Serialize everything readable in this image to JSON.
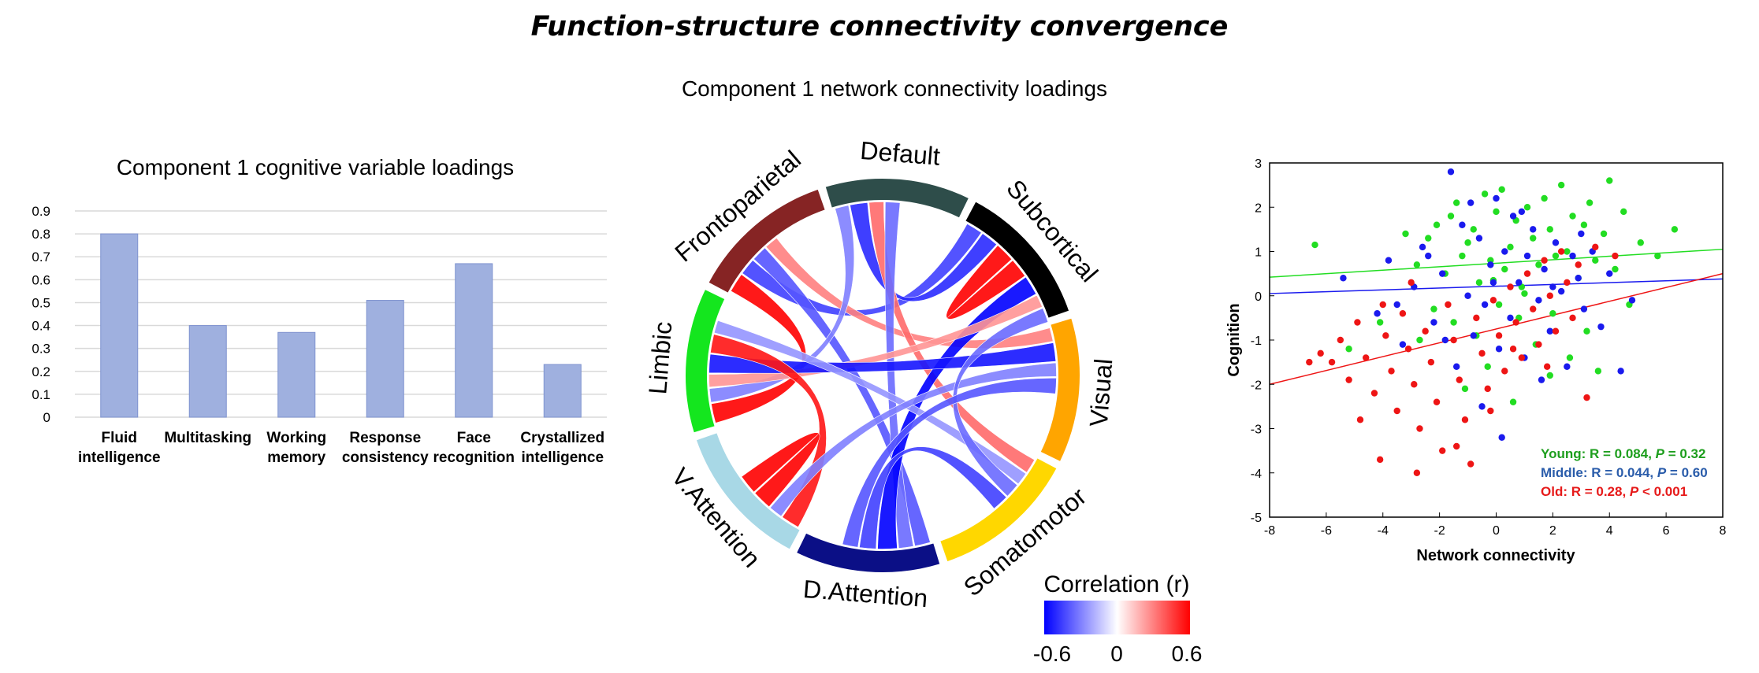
{
  "figure": {
    "title": "Function-structure connectivity convergence"
  },
  "chart_data": [
    {
      "type": "bar",
      "title": "Component 1 cognitive variable loadings",
      "categories": [
        [
          "Fluid",
          "intelligence"
        ],
        [
          "Multitasking"
        ],
        [
          "Working",
          "memory"
        ],
        [
          "Response",
          "consistency"
        ],
        [
          "Face",
          "recognition"
        ],
        [
          "Crystallized",
          "intelligence"
        ]
      ],
      "values": [
        0.8,
        0.4,
        0.37,
        0.51,
        0.67,
        0.23
      ],
      "ylim": [
        0,
        0.9
      ],
      "yticks": [
        "0",
        "0.1",
        "0.2",
        "0.3",
        "0.4",
        "0.5",
        "0.6",
        "0.7",
        "0.8",
        "0.9"
      ],
      "grid": true,
      "bar_color": "#9fb0df"
    },
    {
      "type": "chord",
      "title": "Component 1 network connectivity loadings",
      "networks": [
        {
          "name": "Default",
          "color": "#2e4d4a"
        },
        {
          "name": "Subcortical",
          "color": "#000000"
        },
        {
          "name": "Visual",
          "color": "#ffa500"
        },
        {
          "name": "Somatomotor",
          "color": "#ffd700"
        },
        {
          "name": "D.Attention",
          "color": "#0b0f86"
        },
        {
          "name": "V.Attention",
          "color": "#a8d8e6"
        },
        {
          "name": "Limbic",
          "color": "#14e61e"
        },
        {
          "name": "Frontoparietal",
          "color": "#862424"
        }
      ],
      "links": [
        {
          "from": "Frontoparietal",
          "to": "Limbic",
          "r": 0.6
        },
        {
          "from": "Frontoparietal",
          "to": "Subcortical",
          "r": -0.45
        },
        {
          "from": "Frontoparietal",
          "to": "D.Attention",
          "r": -0.4
        },
        {
          "from": "Frontoparietal",
          "to": "Visual",
          "r": 0.3
        },
        {
          "from": "Default",
          "to": "Limbic",
          "r": -0.3
        },
        {
          "from": "Default",
          "to": "Subcortical",
          "r": -0.5
        },
        {
          "from": "Default",
          "to": "Somatomotor",
          "r": 0.35
        },
        {
          "from": "Default",
          "to": "D.Attention",
          "r": -0.35
        },
        {
          "from": "Subcortical",
          "to": "Subcortical",
          "r": 0.6
        },
        {
          "from": "Subcortical",
          "to": "D.Attention",
          "r": -0.6
        },
        {
          "from": "Subcortical",
          "to": "Limbic",
          "r": 0.25
        },
        {
          "from": "Limbic",
          "to": "Visual",
          "r": -0.55
        },
        {
          "from": "Limbic",
          "to": "V.Attention",
          "r": 0.55
        },
        {
          "from": "Limbic",
          "to": "Somatomotor",
          "r": -0.25
        },
        {
          "from": "V.Attention",
          "to": "Visual",
          "r": -0.3
        },
        {
          "from": "V.Attention",
          "to": "V.Attention",
          "r": 0.6
        },
        {
          "from": "Somatomotor",
          "to": "Subcortical",
          "r": -0.35
        },
        {
          "from": "D.Attention",
          "to": "Somatomotor",
          "r": -0.45
        },
        {
          "from": "D.Attention",
          "to": "Visual",
          "r": -0.4
        }
      ],
      "colorbar": {
        "label": "Correlation (r)",
        "ticks": [
          "-0.6",
          "0",
          "0.6"
        ],
        "min_color": "#0000ff",
        "mid_color": "#ffffff",
        "max_color": "#ff0000"
      }
    },
    {
      "type": "scatter",
      "xlabel": "Network connectivity",
      "ylabel": "Cognition",
      "xlim": [
        -8,
        8
      ],
      "ylim": [
        -5,
        3
      ],
      "xticks": [
        "-8",
        "-6",
        "-4",
        "-2",
        "0",
        "2",
        "4",
        "6",
        "8"
      ],
      "yticks": [
        "3",
        "2",
        "1",
        "0",
        "-1",
        "-2",
        "-3",
        "-4",
        "-5"
      ],
      "series": [
        {
          "color": "#22dd22",
          "fit": {
            "x0": -8,
            "y0": 0.42,
            "x1": 8,
            "y1": 1.05
          },
          "legend_text": "Young: R = 0.084, ",
          "legend_p": "P",
          "legend_tail": " = 0.32",
          "points": [
            [
              -6.4,
              1.15
            ],
            [
              -3.2,
              1.4
            ],
            [
              -2.8,
              0.7
            ],
            [
              -2.4,
              1.3
            ],
            [
              -2.1,
              1.6
            ],
            [
              -1.8,
              0.5
            ],
            [
              -1.6,
              1.8
            ],
            [
              -1.4,
              2.1
            ],
            [
              -1.2,
              0.9
            ],
            [
              -1.0,
              1.2
            ],
            [
              -0.8,
              1.5
            ],
            [
              -0.6,
              0.3
            ],
            [
              -0.4,
              2.3
            ],
            [
              -0.2,
              0.8
            ],
            [
              0.0,
              1.9
            ],
            [
              0.2,
              2.4
            ],
            [
              0.3,
              0.6
            ],
            [
              0.5,
              1.1
            ],
            [
              0.7,
              1.7
            ],
            [
              0.9,
              0.2
            ],
            [
              1.1,
              2.0
            ],
            [
              1.3,
              1.3
            ],
            [
              1.5,
              0.7
            ],
            [
              1.7,
              2.2
            ],
            [
              1.9,
              1.5
            ],
            [
              2.1,
              0.9
            ],
            [
              2.3,
              2.5
            ],
            [
              2.5,
              1.0
            ],
            [
              2.7,
              1.8
            ],
            [
              2.9,
              0.4
            ],
            [
              3.1,
              1.6
            ],
            [
              3.3,
              2.1
            ],
            [
              3.5,
              0.8
            ],
            [
              3.8,
              1.4
            ],
            [
              4.0,
              2.6
            ],
            [
              4.2,
              0.6
            ],
            [
              4.5,
              1.9
            ],
            [
              5.1,
              1.2
            ],
            [
              5.7,
              0.9
            ],
            [
              6.3,
              1.5
            ],
            [
              -2.2,
              -0.3
            ],
            [
              -1.5,
              -0.6
            ],
            [
              -0.7,
              -0.9
            ],
            [
              0.1,
              -0.2
            ],
            [
              0.8,
              -0.5
            ],
            [
              1.4,
              -1.1
            ],
            [
              2.0,
              -0.4
            ],
            [
              2.6,
              -1.4
            ],
            [
              3.2,
              -0.8
            ],
            [
              3.6,
              -1.7
            ],
            [
              -0.3,
              -1.6
            ],
            [
              -1.1,
              -2.1
            ],
            [
              0.6,
              -2.4
            ],
            [
              1.9,
              -1.8
            ],
            [
              -4.1,
              -0.6
            ],
            [
              -5.2,
              -1.2
            ],
            [
              4.7,
              -0.2
            ],
            [
              -2.7,
              -1.0
            ],
            [
              1.0,
              0.05
            ],
            [
              -0.1,
              0.35
            ]
          ]
        },
        {
          "color": "#1a1aee",
          "fit": {
            "x0": -8,
            "y0": 0.05,
            "x1": 8,
            "y1": 0.38
          },
          "legend_text": "Middle: R = 0.044, ",
          "legend_p": "P",
          "legend_tail": " = 0.60",
          "points": [
            [
              -5.4,
              0.4
            ],
            [
              -4.2,
              -0.4
            ],
            [
              -3.8,
              0.8
            ],
            [
              -3.3,
              -1.1
            ],
            [
              -2.9,
              0.2
            ],
            [
              -2.6,
              1.1
            ],
            [
              -2.2,
              -0.6
            ],
            [
              -1.9,
              0.5
            ],
            [
              -1.6,
              2.8
            ],
            [
              -1.4,
              -1.6
            ],
            [
              -1.2,
              1.6
            ],
            [
              -1.0,
              0.0
            ],
            [
              -0.8,
              -0.9
            ],
            [
              -0.6,
              1.3
            ],
            [
              -0.4,
              -0.2
            ],
            [
              -0.2,
              0.7
            ],
            [
              0.0,
              2.2
            ],
            [
              0.1,
              -1.2
            ],
            [
              0.3,
              1.0
            ],
            [
              0.5,
              -0.5
            ],
            [
              0.6,
              1.8
            ],
            [
              0.8,
              0.3
            ],
            [
              1.0,
              -1.4
            ],
            [
              1.1,
              0.9
            ],
            [
              1.3,
              1.5
            ],
            [
              1.5,
              -0.1
            ],
            [
              1.7,
              0.6
            ],
            [
              1.9,
              -0.8
            ],
            [
              2.1,
              1.2
            ],
            [
              2.3,
              0.1
            ],
            [
              2.5,
              -1.6
            ],
            [
              2.7,
              0.9
            ],
            [
              2.9,
              0.4
            ],
            [
              3.1,
              -0.3
            ],
            [
              3.4,
              1.0
            ],
            [
              3.7,
              -0.7
            ],
            [
              4.0,
              0.5
            ],
            [
              4.4,
              -1.7
            ],
            [
              4.8,
              -0.1
            ],
            [
              -0.5,
              -2.5
            ],
            [
              0.2,
              -3.2
            ],
            [
              -3.5,
              -0.2
            ],
            [
              -0.9,
              2.1
            ],
            [
              0.9,
              1.9
            ],
            [
              2.0,
              0.2
            ],
            [
              -2.4,
              0.9
            ],
            [
              1.6,
              -1.9
            ],
            [
              -1.8,
              -1.0
            ],
            [
              3.0,
              1.4
            ],
            [
              -0.1,
              0.3
            ]
          ]
        },
        {
          "color": "#ee1515",
          "fit": {
            "x0": -8,
            "y0": -2.0,
            "x1": 8,
            "y1": 0.5
          },
          "legend_text": "Old: R = 0.28, ",
          "legend_p": "P",
          "legend_tail": " < 0.001",
          "points": [
            [
              -6.2,
              -1.3
            ],
            [
              -5.8,
              -1.5
            ],
            [
              -5.5,
              -1.0
            ],
            [
              -5.2,
              -1.9
            ],
            [
              -4.9,
              -0.6
            ],
            [
              -4.6,
              -1.4
            ],
            [
              -4.3,
              -2.2
            ],
            [
              -4.1,
              -3.7
            ],
            [
              -3.9,
              -0.9
            ],
            [
              -3.7,
              -1.7
            ],
            [
              -3.5,
              -2.6
            ],
            [
              -3.3,
              -0.4
            ],
            [
              -3.1,
              -1.2
            ],
            [
              -2.9,
              -2.0
            ],
            [
              -2.7,
              -3.0
            ],
            [
              -2.5,
              -0.8
            ],
            [
              -2.3,
              -1.5
            ],
            [
              -2.1,
              -2.4
            ],
            [
              -1.9,
              -3.5
            ],
            [
              -1.7,
              -0.2
            ],
            [
              -1.5,
              -1.0
            ],
            [
              -1.3,
              -1.9
            ],
            [
              -1.1,
              -2.8
            ],
            [
              -0.9,
              -3.8
            ],
            [
              -0.7,
              -0.5
            ],
            [
              -0.5,
              -1.3
            ],
            [
              -0.3,
              -2.1
            ],
            [
              -0.1,
              -0.1
            ],
            [
              0.1,
              -0.9
            ],
            [
              0.3,
              -1.7
            ],
            [
              0.5,
              0.2
            ],
            [
              0.7,
              -0.6
            ],
            [
              0.9,
              -1.4
            ],
            [
              1.1,
              0.5
            ],
            [
              1.3,
              -0.3
            ],
            [
              1.5,
              -1.1
            ],
            [
              1.7,
              0.8
            ],
            [
              1.9,
              0.0
            ],
            [
              2.1,
              -0.8
            ],
            [
              2.3,
              1.0
            ],
            [
              2.5,
              0.3
            ],
            [
              2.7,
              -0.5
            ],
            [
              2.9,
              0.7
            ],
            [
              3.2,
              -2.3
            ],
            [
              3.5,
              1.1
            ],
            [
              -2.8,
              -4.0
            ],
            [
              -1.4,
              -3.4
            ],
            [
              -6.6,
              -1.5
            ],
            [
              -4.8,
              -2.8
            ],
            [
              -3.0,
              0.3
            ],
            [
              1.8,
              -1.6
            ],
            [
              -0.2,
              -2.6
            ],
            [
              0.6,
              -1.2
            ],
            [
              4.2,
              0.9
            ],
            [
              -4.0,
              -0.2
            ]
          ]
        }
      ]
    }
  ]
}
